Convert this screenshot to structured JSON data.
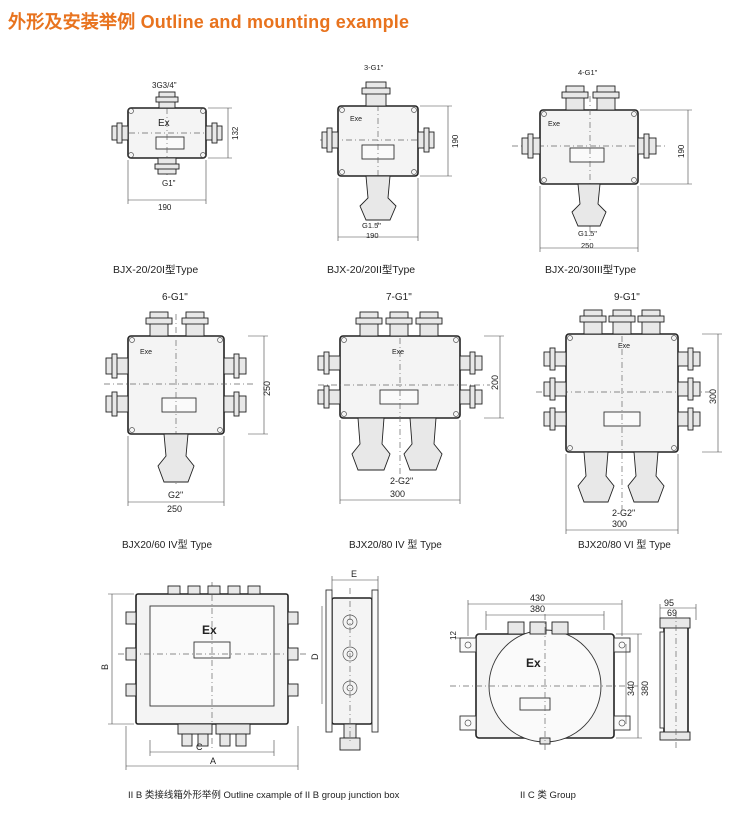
{
  "title": "外形及安装举例 Outline and mounting example",
  "diagrams": [
    {
      "id": "d1",
      "ex": "Ex",
      "top": "3G3/4\"",
      "bottom": "G1\"",
      "w": "190",
      "h": "132",
      "caption": "BJX-20/20I型Type"
    },
    {
      "id": "d2",
      "ex": "Exe",
      "top": "3-G1\"",
      "bottom": "G1.5\"",
      "w": "190",
      "h": "190",
      "caption": "BJX-20/20II型Type"
    },
    {
      "id": "d3",
      "ex": "Exe",
      "top": "4-G1\"",
      "bottom": "G1.5\"",
      "w": "250",
      "h": "190",
      "caption": "BJX-20/30III型Type"
    },
    {
      "id": "d4",
      "ex": "Exe",
      "top": "6-G1\"",
      "bottom": "G2\"",
      "w": "250",
      "h": "250",
      "caption": "BJX20/60 IV型 Type"
    },
    {
      "id": "d5",
      "ex": "Exe",
      "top": "7-G1\"",
      "bottom": "2-G2\"",
      "w": "300",
      "h": "200",
      "caption": "BJX20/80 IV 型 Type"
    },
    {
      "id": "d6",
      "ex": "Exe",
      "top": "9-G1\"",
      "bottom": "2-G2\"",
      "w": "300",
      "h": "300",
      "caption": "BJX20/80 VI 型 Type"
    }
  ],
  "group2b": {
    "ex": "Ex",
    "A": "A",
    "B": "B",
    "C": "C",
    "D": "D",
    "E": "E",
    "caption": "II B 类接线箱外形举例 Outline cxample of II B group junction box"
  },
  "group2c": {
    "ex": "Ex",
    "w1": "430",
    "w2": "380",
    "h1": "340",
    "h2": "380",
    "s": "12",
    "f1": "95",
    "f2": "69",
    "caption": "II C 类  Group"
  }
}
